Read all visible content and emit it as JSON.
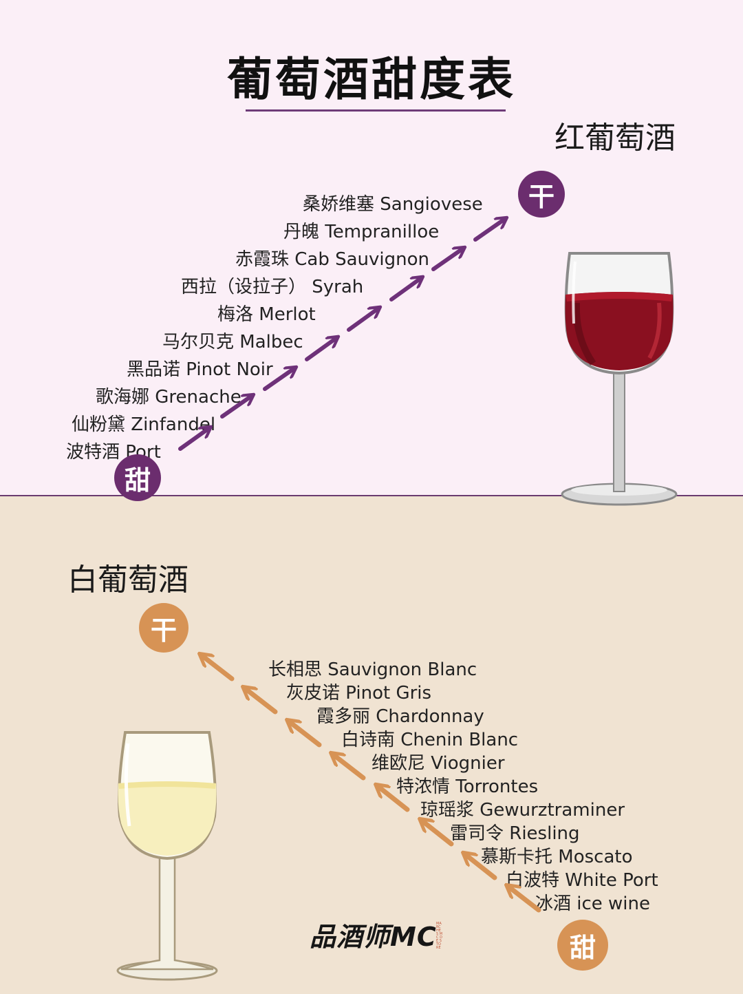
{
  "title": "葡萄酒甜度表",
  "red": {
    "label": "红葡萄酒",
    "dry_badge": "干",
    "sweet_badge": "甜",
    "wines": [
      "桑娇维塞 Sangiovese",
      "丹魄 Tempranilloe",
      "赤霞珠 Cab Sauvignon",
      "西拉（设拉子） Syrah",
      "梅洛 Merlot",
      "马尔贝克 Malbec",
      "黑品诺 Pinot Noir",
      "歌海娜 Grenache",
      "仙粉黛 Zinfandel",
      "波特酒 Port"
    ],
    "arrow_color": "#6e3179"
  },
  "white": {
    "label": "白葡萄酒",
    "dry_badge": "干",
    "sweet_badge": "甜",
    "wines": [
      "长相思 Sauvignon Blanc",
      "灰皮诺 Pinot Gris",
      "霞多丽 Chardonnay",
      "白诗南 Chenin Blanc",
      "维欧尼 Viognier",
      "特浓情 Torrontes",
      "琼瑶浆 Gewurztraminer",
      "雷司令 Riesling",
      "慕斯卡托 Moscato",
      "白波特 White Port",
      "冰酒 ice wine"
    ],
    "arrow_color": "#d79355"
  },
  "logo": {
    "text": "品酒师MC",
    "small_text": "MARCHES MC DE STORE"
  },
  "colors": {
    "top_background": "#fbeff7",
    "bottom_background": "#f0e3d2",
    "red_wine": "#8a1020",
    "white_wine": "#f7efbe"
  }
}
